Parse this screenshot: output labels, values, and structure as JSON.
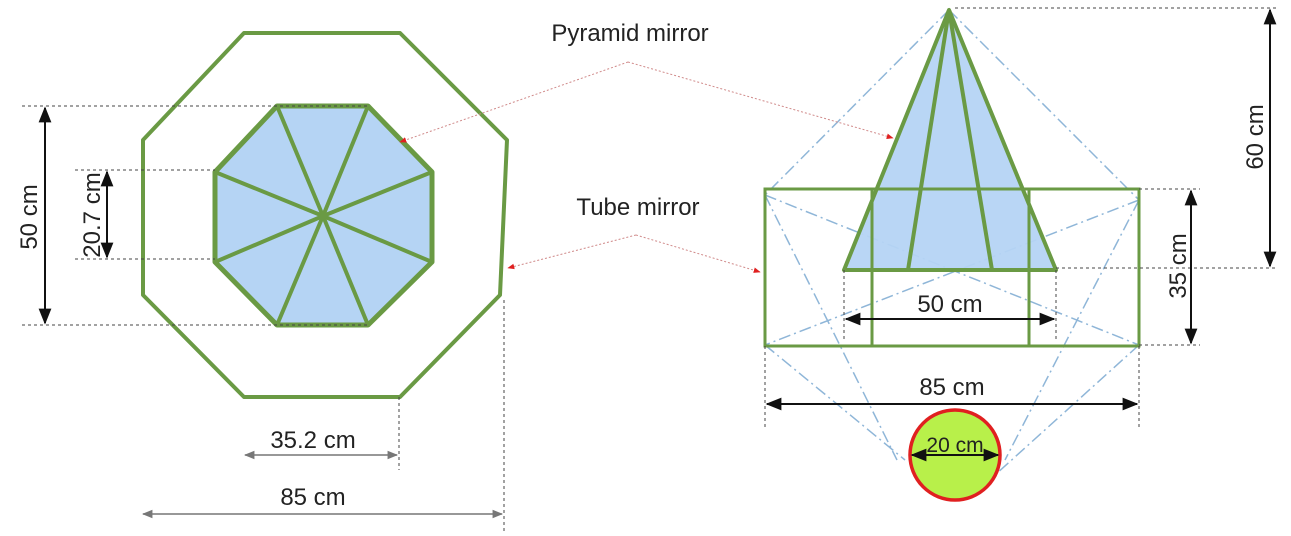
{
  "labels": {
    "pyramid_mirror": "Pyramid mirror",
    "tube_mirror": "Tube mirror"
  },
  "top_view": {
    "dim_outer_height": "50 cm",
    "dim_inner_height": "20.7 cm",
    "dim_side": "35.2 cm",
    "dim_outer_width": "85 cm"
  },
  "side_view": {
    "dim_height_total": "60 cm",
    "dim_tube_height": "35 cm",
    "dim_pyramid_base": "50 cm",
    "dim_tube_width": "85 cm",
    "dim_target": "20 cm"
  },
  "colors": {
    "mirror_outline": "#6a9a44",
    "mirror_fill": "#b5d4f4",
    "guide_line": "#8fb6d8",
    "target_fill": "#b8f04a",
    "target_outline": "#e02020",
    "callout_arrow": "#e02020"
  }
}
